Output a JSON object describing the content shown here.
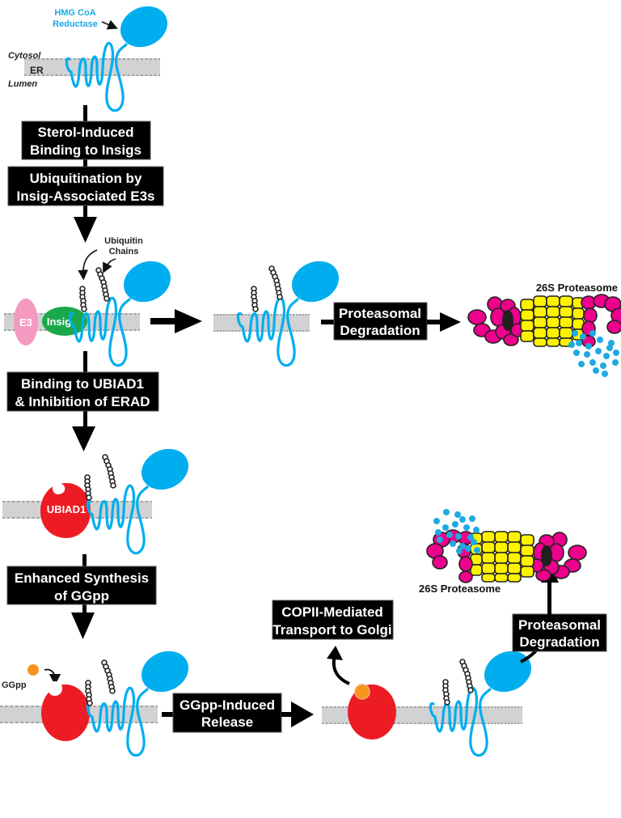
{
  "title": "HMG CoA Reductase sterol-regulated ERAD and UBIAD1/GGpp pathway",
  "colors": {
    "reductase": "#00aeef",
    "membrane": "#d1d2d4",
    "insig": "#1aa84a",
    "e3": "#f49ac1",
    "ubiad1": "#ed1c24",
    "ggpp": "#f7941d",
    "proteasome_cap": "#ec008c",
    "proteasome_core": "#fff200",
    "box": "#000000"
  },
  "labels": {
    "reductase": [
      "HMG CoA",
      "Reductase"
    ],
    "cytosol": "Cytosol",
    "er": "ER",
    "lumen": "Lumen",
    "ubiquitin_chains": [
      "Ubiquitin",
      "Chains"
    ],
    "e3": "E3",
    "insig": "Insig",
    "ubiad1": "UBIAD1",
    "ggpp": "GGpp",
    "proteasome_top": "26S Proteasome",
    "proteasome_bottom": "26S Proteasome"
  },
  "steps": {
    "sterol": [
      "Sterol-Induced",
      "Binding to Insigs"
    ],
    "ubiquitination": [
      "Ubiquitination by",
      "Insig-Associated E3s"
    ],
    "binding_ubiad1": [
      "Binding to UBIAD1",
      "& Inhibition of ERAD"
    ],
    "enhanced_synthesis": [
      "Enhanced Synthesis",
      "of GGpp"
    ],
    "ggpp_release": [
      "GGpp-Induced",
      "Release"
    ],
    "copii": [
      "COPII-Mediated",
      "Transport to Golgi"
    ],
    "degradation_top": [
      "Proteasomal",
      "Degradation"
    ],
    "degradation_bottom": [
      "Proteasomal",
      "Degradation"
    ]
  }
}
